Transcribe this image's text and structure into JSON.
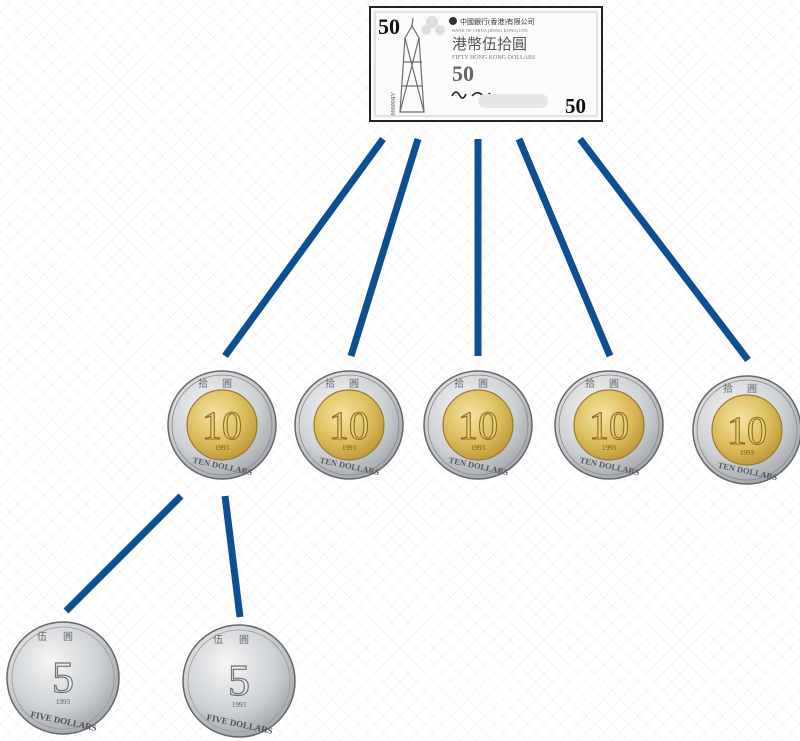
{
  "banknote": {
    "corner_value": "50",
    "bank_chinese": "中國銀行(香港)有限公司",
    "bank_english": "BANK OF CHINA (HONG KONG) LTD",
    "title_chinese": "港幣伍拾圓",
    "title_english": "FIFTY HONG KONG DOLLARS",
    "center_value": "50",
    "corner_value_bottom": "50",
    "serial": "AB00000"
  },
  "ten_dollar_coin": {
    "denomination": "10",
    "year": "1993",
    "text": "TEN DOLLARS",
    "chinese": "拾圓",
    "count": 5
  },
  "five_dollar_coin": {
    "denomination": "5",
    "year": "1993",
    "text": "FIVE DOLLARS",
    "chinese": "伍圓",
    "count": 2
  },
  "colors": {
    "connector": "#0d4f91",
    "coin_gold": "#e3c769",
    "coin_silver": "#d9dbdd",
    "note_border": "#222222"
  }
}
